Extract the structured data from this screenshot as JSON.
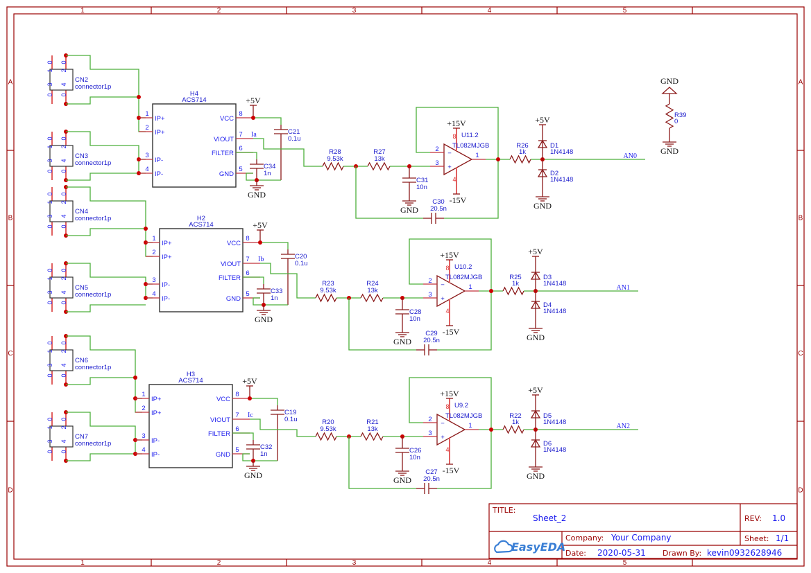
{
  "colors": {
    "wire": "#4caf3a",
    "component": "#8b1a1a",
    "pin": "#c0303a",
    "text": "#1a1acc",
    "frame": "#990000",
    "junction": "#cc0000"
  },
  "frame": {
    "columns": [
      "1",
      "2",
      "3",
      "4",
      "5"
    ],
    "rows": [
      "A",
      "B",
      "C",
      "D"
    ]
  },
  "sensor_pins": {
    "left": [
      {
        "num": "1",
        "name": "IP+"
      },
      {
        "num": "2",
        "name": "IP+"
      },
      {
        "num": "3",
        "name": "IP-"
      },
      {
        "num": "4",
        "name": "IP-"
      }
    ],
    "right": [
      {
        "num": "8",
        "name": "VCC"
      },
      {
        "num": "7",
        "name": "VIOUT"
      },
      {
        "num": "6",
        "name": "FILTER"
      },
      {
        "num": "5",
        "name": "GND"
      }
    ]
  },
  "connector_pins": [
    "0",
    "0",
    "1",
    "2",
    "3",
    "4",
    "0",
    "0"
  ],
  "opamp_pins": {
    "inv": "2",
    "noninv": "3",
    "out": "1",
    "vpos": "8",
    "vneg": "4",
    "minus": "−",
    "plus": "+"
  },
  "power": {
    "p5": "+5V",
    "p15": "+15V",
    "n15": "-15V",
    "gnd": "GND"
  },
  "channels": [
    {
      "connectors": [
        {
          "ref": "CN2",
          "value": "connector1p"
        },
        {
          "ref": "CN3",
          "value": "connector1p"
        }
      ],
      "sensor": {
        "ref": "H4",
        "value": "ACS714"
      },
      "current": "Ia",
      "c_vcc": {
        "ref": "C21",
        "value": "0.1u"
      },
      "c_filter": {
        "ref": "C34",
        "value": "1n"
      },
      "r_in": {
        "ref": "R28",
        "value": "9.53k"
      },
      "r_mid": {
        "ref": "R27",
        "value": "13k"
      },
      "c_gnd": {
        "ref": "C31",
        "value": "10n"
      },
      "c_fb": {
        "ref": "C30",
        "value": "20.5n"
      },
      "opamp": {
        "ref": "U11.2",
        "value": "TL082MJGB"
      },
      "r_out": {
        "ref": "R26",
        "value": "1k"
      },
      "d_top": {
        "ref": "D1",
        "value": "1N4148"
      },
      "d_bot": {
        "ref": "D2",
        "value": "1N4148"
      },
      "net": "AN0"
    },
    {
      "connectors": [
        {
          "ref": "CN4",
          "value": "connector1p"
        },
        {
          "ref": "CN5",
          "value": "connector1p"
        }
      ],
      "sensor": {
        "ref": "H2",
        "value": "ACS714"
      },
      "current": "Ib",
      "c_vcc": {
        "ref": "C20",
        "value": "0.1u"
      },
      "c_filter": {
        "ref": "C33",
        "value": "1n"
      },
      "r_in": {
        "ref": "R23",
        "value": "9.53k"
      },
      "r_mid": {
        "ref": "R24",
        "value": "13k"
      },
      "c_gnd": {
        "ref": "C28",
        "value": "10n"
      },
      "c_fb": {
        "ref": "C29",
        "value": "20.5n"
      },
      "opamp": {
        "ref": "U10.2",
        "value": "TL082MJGB"
      },
      "r_out": {
        "ref": "R25",
        "value": "1k"
      },
      "d_top": {
        "ref": "D3",
        "value": "1N4148"
      },
      "d_bot": {
        "ref": "D4",
        "value": "1N4148"
      },
      "net": "AN1"
    },
    {
      "connectors": [
        {
          "ref": "CN6",
          "value": "connector1p"
        },
        {
          "ref": "CN7",
          "value": "connector1p"
        }
      ],
      "sensor": {
        "ref": "H3",
        "value": "ACS714"
      },
      "current": "Ic",
      "c_vcc": {
        "ref": "C19",
        "value": "0.1u"
      },
      "c_filter": {
        "ref": "C32",
        "value": "1n"
      },
      "r_in": {
        "ref": "R20",
        "value": "9.53k"
      },
      "r_mid": {
        "ref": "R21",
        "value": "13k"
      },
      "c_gnd": {
        "ref": "C26",
        "value": "10n"
      },
      "c_fb": {
        "ref": "C27",
        "value": "20.5n"
      },
      "opamp": {
        "ref": "U9.2",
        "value": "TL082MJGB"
      },
      "r_out": {
        "ref": "R22",
        "value": "1k"
      },
      "d_top": {
        "ref": "D5",
        "value": "1N4148"
      },
      "d_bot": {
        "ref": "D6",
        "value": "1N4148"
      },
      "net": "AN2"
    }
  ],
  "r39": {
    "ref": "R39",
    "value": "0"
  },
  "title_block": {
    "title_label": "TITLE:",
    "title": "Sheet_2",
    "rev_label": "REV:",
    "rev": "1.0",
    "company_label": "Company:",
    "company": "Your Company",
    "sheet_label": "Sheet:",
    "sheet": "1/1",
    "date_label": "Date:",
    "date": "2020-05-31",
    "drawn_label": "Drawn By:",
    "drawn": "kevin0932628946",
    "logo": "EasyEDA"
  }
}
